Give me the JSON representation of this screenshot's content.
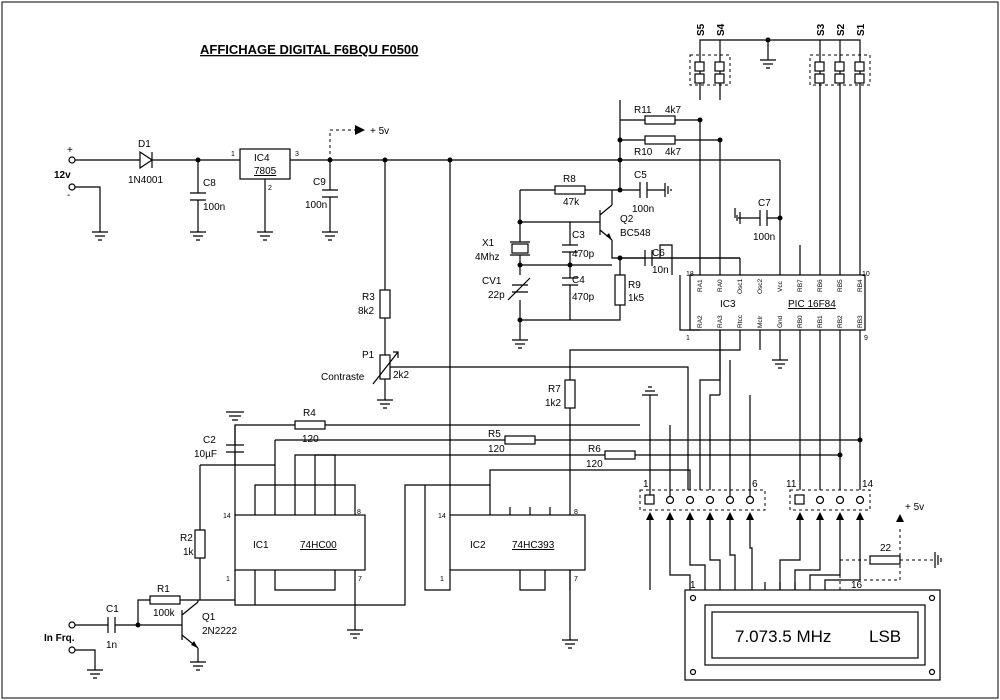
{
  "title": "AFFICHAGE DIGITAL   F6BQU   F0500",
  "supply": {
    "plus": "+",
    "minus": "-",
    "voltage": "12v",
    "vcc_label": "+ 5v"
  },
  "components": {
    "D1": {
      "ref": "D1",
      "value": "1N4001"
    },
    "IC4": {
      "ref": "IC4",
      "value": "7805",
      "pin1": "1",
      "pin2": "2",
      "pin3": "3"
    },
    "C8": {
      "ref": "C8",
      "value": "100n"
    },
    "C9": {
      "ref": "C9",
      "value": "100n"
    },
    "R11": {
      "ref": "R11",
      "value": "4k7"
    },
    "R10": {
      "ref": "R10",
      "value": "4k7"
    },
    "R8": {
      "ref": "R8",
      "value": "47k"
    },
    "C5": {
      "ref": "C5",
      "value": "100n"
    },
    "Q2": {
      "ref": "Q2",
      "value": "BC548"
    },
    "X1": {
      "ref": "X1",
      "value": "4Mhz"
    },
    "C3": {
      "ref": "C3",
      "value": "470p"
    },
    "C4": {
      "ref": "C4",
      "value": "470p"
    },
    "CV1": {
      "ref": "CV1",
      "value": "22p"
    },
    "C6": {
      "ref": "C6",
      "value": "10n"
    },
    "R9": {
      "ref": "R9",
      "value": "1k5"
    },
    "C7": {
      "ref": "C7",
      "value": "100n"
    },
    "R3": {
      "ref": "R3",
      "value": "8k2"
    },
    "P1": {
      "ref": "P1",
      "value": "2k2",
      "name": "Contraste"
    },
    "R7": {
      "ref": "R7",
      "value": "1k2"
    },
    "R4": {
      "ref": "R4",
      "value": "120"
    },
    "R5": {
      "ref": "R5",
      "value": "120"
    },
    "R6": {
      "ref": "R6",
      "value": "120"
    },
    "C2": {
      "ref": "C2",
      "value": "10µF"
    },
    "R2": {
      "ref": "R2",
      "value": "1k"
    },
    "R1": {
      "ref": "R1",
      "value": "100k"
    },
    "C1": {
      "ref": "C1",
      "value": "1n"
    },
    "Q1": {
      "ref": "Q1",
      "value": "2N2222"
    },
    "R22": {
      "value": "22"
    }
  },
  "ic3": {
    "ref": "IC3",
    "part": "PIC 16F84",
    "pin18": "18",
    "pin10": "10",
    "pin1": "1",
    "pin9": "9",
    "top_pins": [
      "RA1",
      "RA0",
      "Osc1",
      "Osc2",
      "Vcc",
      "RB7",
      "RB6",
      "RB5",
      "RB4"
    ],
    "bottom_pins": [
      "RA2",
      "RA3",
      "Rtcc",
      "Mclr",
      "Gnd",
      "RB0",
      "RB1",
      "RB2",
      "RB3"
    ]
  },
  "ic1": {
    "ref": "IC1",
    "part": "74HC00",
    "pin14": "14",
    "pin8": "8",
    "pin1": "1",
    "pin7": "7"
  },
  "ic2": {
    "ref": "IC2",
    "part": "74HC393",
    "pin14": "14",
    "pin8": "8",
    "pin1": "1",
    "pin7": "7"
  },
  "switches": [
    "S5",
    "S4",
    "S3",
    "S2",
    "S1"
  ],
  "connector": {
    "pin1": "1",
    "pin6": "6",
    "pin11": "11",
    "pin14": "14"
  },
  "lcd": {
    "pin1": "1",
    "pin16": "16",
    "text_freq": "7.073.5 MHz",
    "text_mode": "LSB"
  },
  "input": {
    "label": "In Frq."
  }
}
